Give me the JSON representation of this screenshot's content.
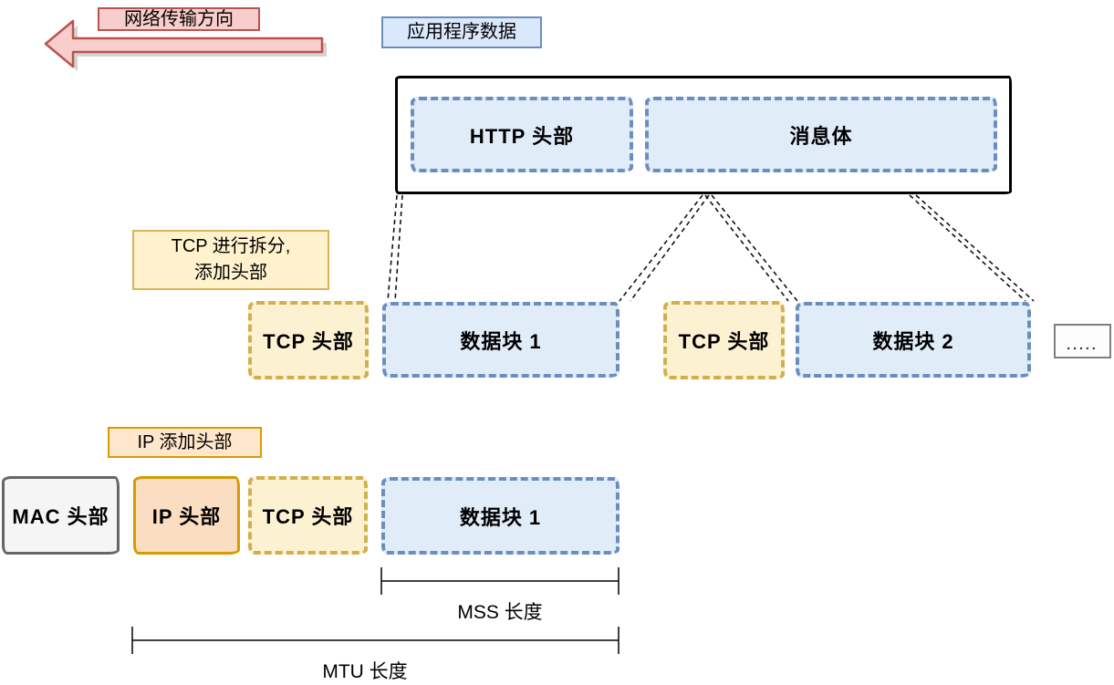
{
  "diagram": {
    "direction_label": "网络传输方向",
    "app_data_label": "应用程序数据",
    "application_layer": {
      "http_header": "HTTP 头部",
      "message_body": "消息体"
    },
    "tcp_step_note": {
      "line1": "TCP 进行拆分,",
      "line2": "添加头部"
    },
    "tcp_segments": {
      "tcp_header_1": "TCP 头部",
      "data_chunk_1": "数据块 1",
      "tcp_header_2": "TCP 头部",
      "data_chunk_2": "数据块 2",
      "more": "....."
    },
    "ip_step_note": "IP 添加头部",
    "ip_packet": {
      "mac_header": "MAC 头部",
      "ip_header": "IP 头部",
      "tcp_header": "TCP 头部",
      "data_chunk": "数据块 1"
    },
    "measurements": {
      "mss": "MSS 长度",
      "mtu": "MTU 长度"
    },
    "colors": {
      "red_fill": "#F8CECC",
      "red_stroke": "#B85450",
      "blue_fill": "#DAE8FC",
      "blue_stroke": "#6C8EBF",
      "yellow_fill": "#FFF2CC",
      "yellow_stroke": "#D6B656",
      "orange_fill": "#FFE6CC",
      "orange_stroke": "#D79B00",
      "gray_fill": "#F5F5F5",
      "gray_stroke": "#666666",
      "frame_stroke": "#000000"
    }
  }
}
